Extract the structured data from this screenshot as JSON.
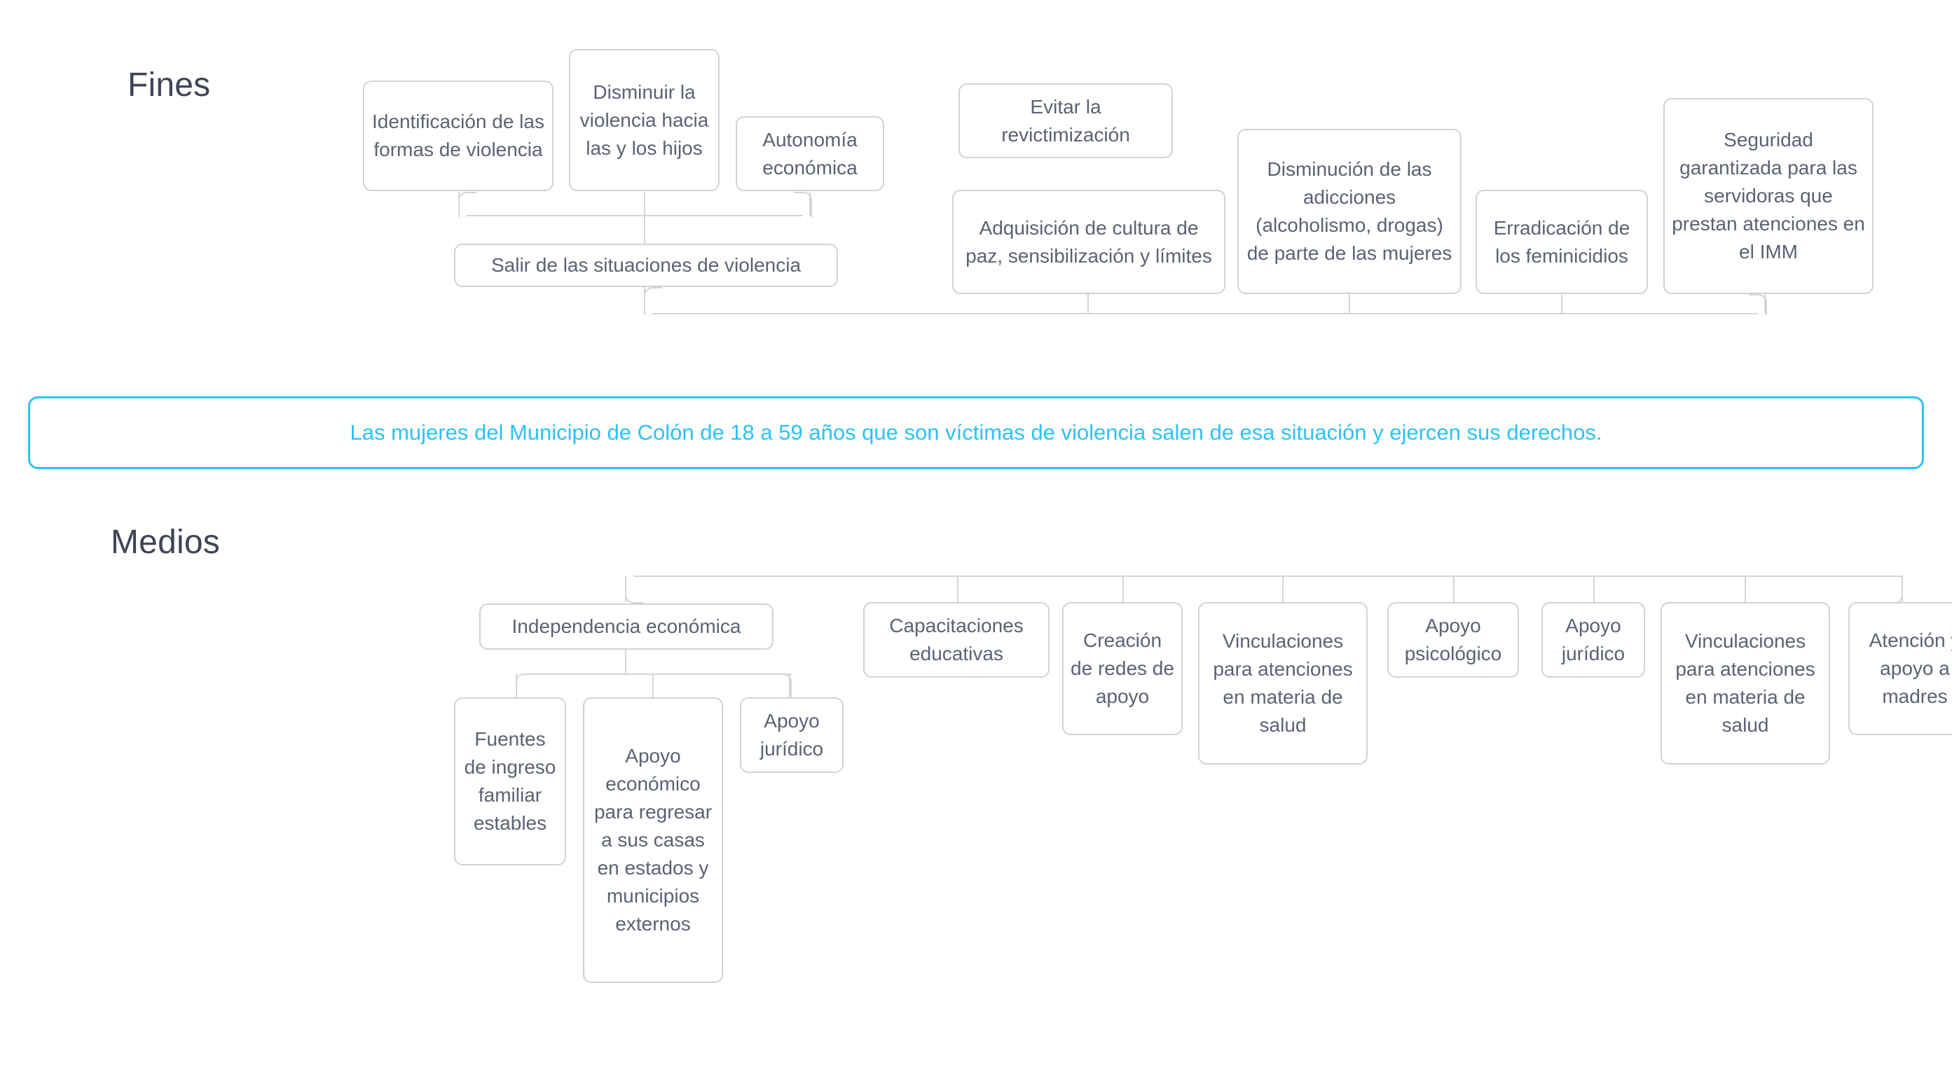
{
  "sections": {
    "fines": {
      "title": "Fines"
    },
    "medios": {
      "title": "Medios"
    }
  },
  "purpose": {
    "text": "Las mujeres del Municipio de Colón de 18 a 59 años que son víctimas de violencia salen de esa situación y ejercen sus derechos.",
    "accent_color": "#2ec1f7"
  },
  "colors": {
    "heading": "#3f4458",
    "node_text": "#5b6274",
    "node_border": "#cfd3d8",
    "connector": "#d2d6db",
    "background": "#ffffff"
  },
  "fines_nodes": [
    {
      "id": "identificacion-formas-violencia",
      "label": "Identificación de las formas de violencia"
    },
    {
      "id": "disminuir-violencia-hijos",
      "label": "Disminuir la violencia hacia las y los hijos"
    },
    {
      "id": "autonomia-economica",
      "label": "Autonomía económica"
    },
    {
      "id": "salir-situaciones-violencia",
      "label": "Salir de las situaciones de violencia"
    },
    {
      "id": "evitar-revictimizacion",
      "label": "Evitar la revictimización"
    },
    {
      "id": "adquisicion-cultura-paz",
      "label": "Adquisición de cultura de paz, sensibilización y límites"
    },
    {
      "id": "disminucion-adicciones",
      "label": "Disminución de las adicciones (alcoholismo, drogas) de parte de las mujeres"
    },
    {
      "id": "erradicacion-feminicidios",
      "label": "Erradicación de los feminicidios"
    },
    {
      "id": "seguridad-servidoras-imm",
      "label": "Seguridad garantizada para las servidoras que prestan atenciones en el IMM"
    }
  ],
  "medios_nodes": [
    {
      "id": "independencia-economica",
      "label": "Independencia económica"
    },
    {
      "id": "fuentes-ingreso-estables",
      "label": "Fuentes de ingreso familiar estables"
    },
    {
      "id": "apoyo-economico-regresar",
      "label": "Apoyo económico para regresar a sus casas en estados y municipios externos"
    },
    {
      "id": "apoyo-juridico-1",
      "label": "Apoyo jurídico"
    },
    {
      "id": "capacitaciones-educativas",
      "label": "Capacitaciones educativas"
    },
    {
      "id": "creacion-redes-apoyo",
      "label": "Creación de redes de apoyo"
    },
    {
      "id": "vinculaciones-salud-1",
      "label": "Vinculaciones para atenciones en materia de salud"
    },
    {
      "id": "apoyo-psicologico",
      "label": "Apoyo psicológico"
    },
    {
      "id": "apoyo-juridico-2",
      "label": "Apoyo jurídico"
    },
    {
      "id": "vinculaciones-salud-2",
      "label": "Vinculaciones para atenciones en materia de salud"
    },
    {
      "id": "atencion-apoyo-madres",
      "label": "Atención y apoyo a madres"
    }
  ]
}
